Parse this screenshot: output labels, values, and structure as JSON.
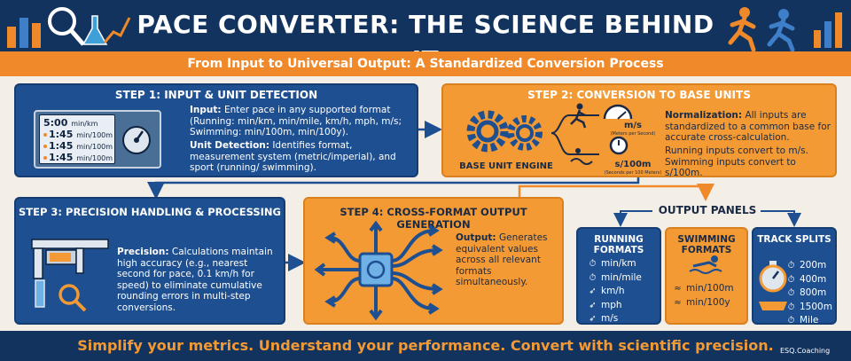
{
  "header": {
    "title": "PACE CONVERTER: THE SCIENCE BEHIND IT",
    "subtitle": "From Input to Universal Output: A Standardized Conversion Process"
  },
  "step1": {
    "title": "STEP 1: INPUT & UNIT DETECTION",
    "screen_rows": [
      {
        "value": "5:00",
        "unit": "min/km"
      },
      {
        "value": "1:45",
        "unit": "min/100m"
      },
      {
        "value": "1:45",
        "unit": "min/100m"
      },
      {
        "value": "1:45",
        "unit": "min/100m"
      }
    ],
    "input_label": "Input:",
    "input_text": "Enter pace in any supported format (Running: min/km, min/mile, km/h, mph, m/s; Swimming: min/100m, min/100y).",
    "detect_label": "Unit Detection:",
    "detect_text": "Identifies format, measurement system (metric/imperial), and sport (running/ swimming)."
  },
  "step2": {
    "title": "STEP 2: CONVERSION TO BASE UNITS",
    "engine_label": "BASE UNIT ENGINE",
    "run_unit": "m/s",
    "run_unit_note": "(Meters per Second)",
    "swim_unit": "s/100m",
    "swim_unit_note": "(Seconds per 100 Meters)",
    "norm_label": "Normalization:",
    "norm_text": "All inputs are standardized to a common base for accurate cross-calculation.",
    "convert_text": "Running inputs convert to m/s. Swimming inputs convert to s/100m."
  },
  "step3": {
    "title": "STEP 3: PRECISION HANDLING & PROCESSING",
    "precision_label": "Precision:",
    "precision_text": "Calculations maintain high accuracy (e.g., nearest second for pace, 0.1 km/h for speed) to eliminate cumulative rounding errors in multi-step conversions."
  },
  "step4": {
    "title": "STEP 4: CROSS-FORMAT OUTPUT GENERATION",
    "output_label": "Output:",
    "output_text": "Generates equivalent values across all relevant formats simultaneously."
  },
  "output_panels": {
    "title": "OUTPUT PANELS",
    "running": {
      "title": "RUNNING FORMATS",
      "items": [
        {
          "icon": "stopwatch-icon",
          "label": "min/km"
        },
        {
          "icon": "stopwatch-icon",
          "label": "min/mile"
        },
        {
          "icon": "speed-runner-icon",
          "label": "km/h"
        },
        {
          "icon": "speed-runner-icon",
          "label": "mph"
        },
        {
          "icon": "speed-runner-icon",
          "label": "m/s"
        }
      ]
    },
    "swimming": {
      "title": "SWIMMING FORMATS",
      "items": [
        {
          "icon": "swimmer-icon",
          "label": "min/100m"
        },
        {
          "icon": "swimmer-icon",
          "label": "min/100y"
        }
      ]
    },
    "track": {
      "title": "TRACK SPLITS",
      "items": [
        {
          "icon": "stopwatch-icon",
          "label": "200m"
        },
        {
          "icon": "stopwatch-icon",
          "label": "400m"
        },
        {
          "icon": "stopwatch-icon",
          "label": "800m"
        },
        {
          "icon": "stopwatch-icon",
          "label": "1500m"
        },
        {
          "icon": "stopwatch-icon",
          "label": "Mile"
        }
      ]
    }
  },
  "footer": {
    "tagline": "Simplify your metrics. Understand your performance. Convert with scientific precision.",
    "brand": "ESQ.Coaching"
  },
  "colors": {
    "navy": "#13335f",
    "blue": "#1d4f91",
    "orange": "#f39a35",
    "accent_orange": "#f0892a"
  }
}
